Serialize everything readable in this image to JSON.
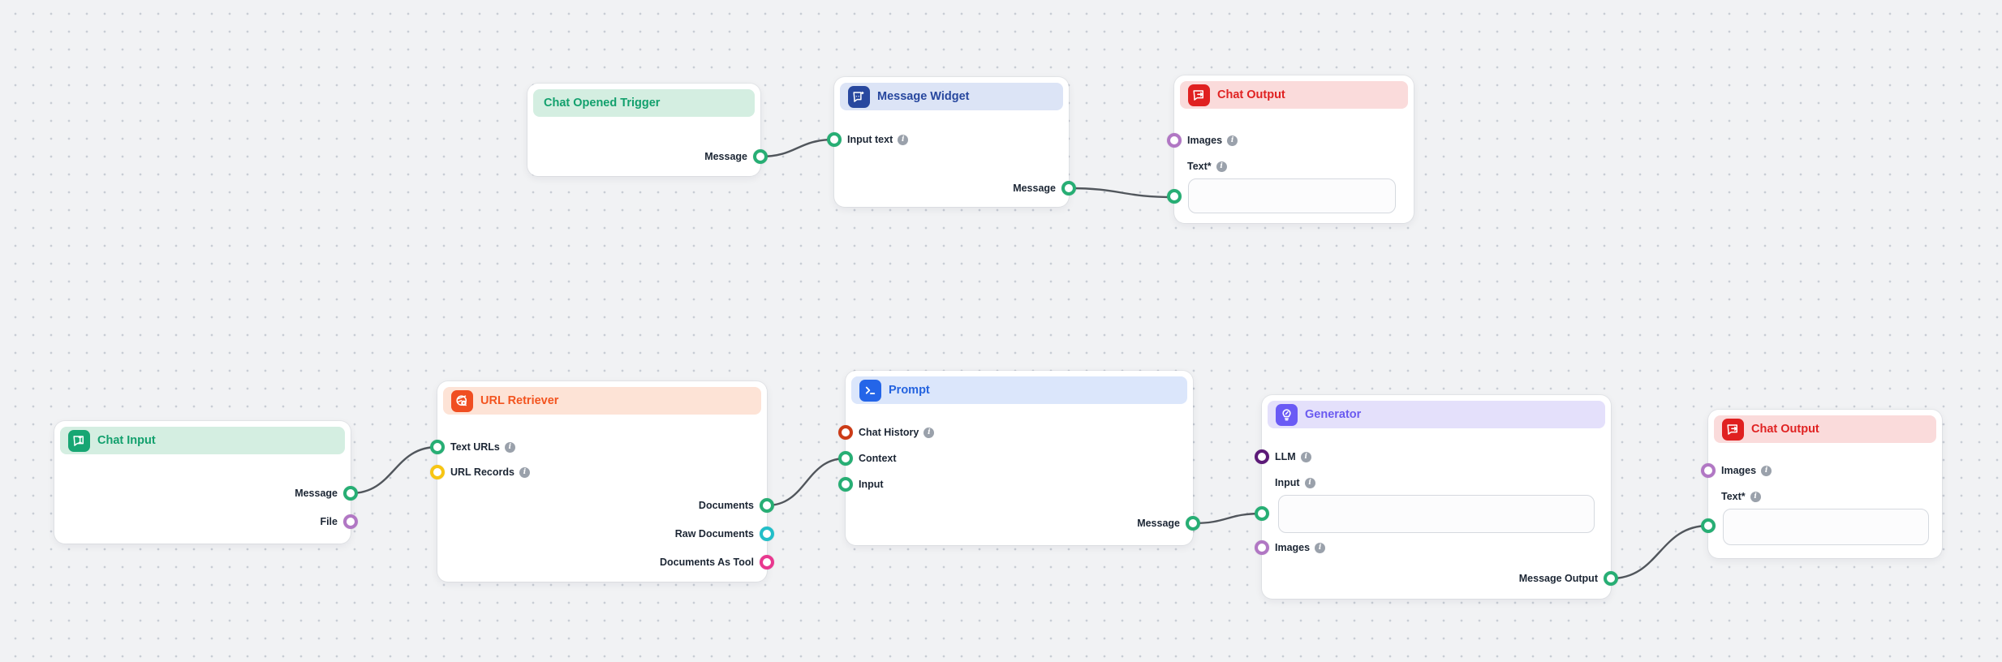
{
  "canvas": {
    "background_color": "#f1f2f4",
    "dot_color": "#c8cdd5",
    "edge_color": "#51565c"
  },
  "nodes": [
    {
      "id": "chat-opened-trigger",
      "title": "Chat Opened Trigger",
      "accent": "#12a06d",
      "header_bg": "#d4eee1",
      "icon": null,
      "inputs": [],
      "outputs": [
        {
          "label": "Message",
          "handle_color": "#27ae74"
        }
      ]
    },
    {
      "id": "message-widget",
      "title": "Message Widget",
      "accent": "#27479e",
      "header_bg": "#dce4f6",
      "icon": "message-widget-icon",
      "icon_bg": "#28489f",
      "inputs": [
        {
          "label": "Input text",
          "info": true,
          "handle_color": "#27ae74"
        }
      ],
      "outputs": [
        {
          "label": "Message",
          "handle_color": "#27ae74"
        }
      ]
    },
    {
      "id": "chat-output-top",
      "title": "Chat Output",
      "accent": "#e02222",
      "header_bg": "#fadbdb",
      "icon": "chat-output-icon",
      "icon_bg": "#e02020",
      "inputs": [
        {
          "label": "Images",
          "info": true,
          "handle_color": "#b177c4"
        },
        {
          "label": "Text*",
          "info": true,
          "handle_color": "#27ae74",
          "field_value": "",
          "field_placeholder": ""
        }
      ],
      "outputs": []
    },
    {
      "id": "chat-input",
      "title": "Chat Input",
      "accent": "#12a06d",
      "header_bg": "#d4eee1",
      "icon": "chat-input-icon",
      "icon_bg": "#17a673",
      "inputs": [],
      "outputs": [
        {
          "label": "Message",
          "handle_color": "#27ae74"
        },
        {
          "label": "File",
          "handle_color": "#b177c4"
        }
      ]
    },
    {
      "id": "url-retriever",
      "title": "URL Retriever",
      "accent": "#f3541f",
      "header_bg": "#fde3d6",
      "icon": "url-retriever-icon",
      "icon_bg": "#f04e21",
      "inputs": [
        {
          "label": "Text URLs",
          "info": true,
          "handle_color": "#27ae74"
        },
        {
          "label": "URL Records",
          "info": true,
          "handle_color": "#f7c513"
        }
      ],
      "outputs": [
        {
          "label": "Documents",
          "handle_color": "#27ae74"
        },
        {
          "label": "Raw Documents",
          "handle_color": "#22bec8"
        },
        {
          "label": "Documents As Tool",
          "handle_color": "#e8388f"
        }
      ]
    },
    {
      "id": "prompt",
      "title": "Prompt",
      "accent": "#2463df",
      "header_bg": "#dbe6fb",
      "icon": "prompt-icon",
      "icon_bg": "#2465e8",
      "inputs": [
        {
          "label": "Chat History",
          "info": true,
          "handle_color": "#cc3b17"
        },
        {
          "label": "Context",
          "info": false,
          "handle_color": "#27ae74"
        },
        {
          "label": "Input",
          "info": false,
          "handle_color": "#27ae74"
        }
      ],
      "outputs": [
        {
          "label": "Message",
          "handle_color": "#27ae74"
        }
      ]
    },
    {
      "id": "generator",
      "title": "Generator",
      "accent": "#6a5af0",
      "header_bg": "#e4e0fb",
      "icon": "generator-icon",
      "icon_bg": "#6a5af5",
      "inputs": [
        {
          "label": "LLM",
          "info": true,
          "handle_color": "#5c1a78"
        },
        {
          "label": "Input",
          "info": true,
          "handle_color": "#27ae74",
          "field_value": "",
          "field_placeholder": ""
        },
        {
          "label": "Images",
          "info": true,
          "handle_color": "#b177c4"
        }
      ],
      "outputs": [
        {
          "label": "Message Output",
          "handle_color": "#27ae74"
        }
      ]
    },
    {
      "id": "chat-output-bottom",
      "title": "Chat Output",
      "accent": "#e02222",
      "header_bg": "#fadbdb",
      "icon": "chat-output-icon",
      "icon_bg": "#e02020",
      "inputs": [
        {
          "label": "Images",
          "info": true,
          "handle_color": "#b177c4"
        },
        {
          "label": "Text*",
          "info": true,
          "handle_color": "#27ae74",
          "field_value": "",
          "field_placeholder": ""
        }
      ],
      "outputs": []
    }
  ],
  "edges": [
    {
      "from": "chat-opened-trigger.Message",
      "to": "message-widget.Input text"
    },
    {
      "from": "message-widget.Message",
      "to": "chat-output-top.Text*"
    },
    {
      "from": "chat-input.Message",
      "to": "url-retriever.Text URLs"
    },
    {
      "from": "url-retriever.Documents",
      "to": "prompt.Context"
    },
    {
      "from": "prompt.Message",
      "to": "generator.Input"
    },
    {
      "from": "generator.Message Output",
      "to": "chat-output-bottom.Text*"
    }
  ]
}
